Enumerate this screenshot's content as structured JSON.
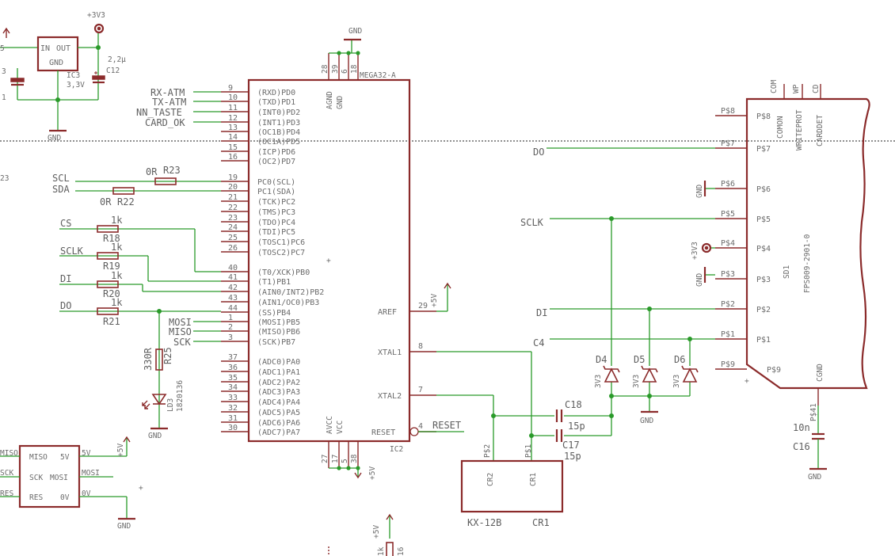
{
  "ic3": {
    "name": "IC3",
    "value": "3,3V",
    "pin_in": "IN",
    "pin_out": "OUT",
    "pin_gnd": "GND",
    "supply": "+3V3",
    "gnd": "GND"
  },
  "c12": {
    "name": "C12",
    "value": "2,2µ"
  },
  "ic2": {
    "name": "IC2",
    "value": "MEGA32-A",
    "left_pins": [
      {
        "n": "9",
        "l": "(RXD)PD0"
      },
      {
        "n": "10",
        "l": "(TXD)PD1"
      },
      {
        "n": "11",
        "l": "(INT0)PD2"
      },
      {
        "n": "12",
        "l": "(INT1)PD3"
      },
      {
        "n": "13",
        "l": "(OC1B)PD4"
      },
      {
        "n": "14",
        "l": "(OC1A)PD5"
      },
      {
        "n": "15",
        "l": "(ICP)PD6"
      },
      {
        "n": "16",
        "l": "(OC2)PD7"
      },
      {
        "n": "19",
        "l": "PC0(SCL)"
      },
      {
        "n": "20",
        "l": "PC1(SDA)"
      },
      {
        "n": "21",
        "l": "(TCK)PC2"
      },
      {
        "n": "22",
        "l": "(TMS)PC3"
      },
      {
        "n": "23",
        "l": "(TDO)PC4"
      },
      {
        "n": "24",
        "l": "(TDI)PC5"
      },
      {
        "n": "25",
        "l": "(TOSC1)PC6"
      },
      {
        "n": "26",
        "l": "(TOSC2)PC7"
      },
      {
        "n": "40",
        "l": "(T0/XCK)PB0"
      },
      {
        "n": "41",
        "l": "(T1)PB1"
      },
      {
        "n": "42",
        "l": "(AIN0/INT2)PB2"
      },
      {
        "n": "43",
        "l": "(AIN1/OC0)PB3"
      },
      {
        "n": "44",
        "l": "(SS)PB4"
      },
      {
        "n": "1",
        "l": "(MOSI)PB5"
      },
      {
        "n": "2",
        "l": "(MISO)PB6"
      },
      {
        "n": "3",
        "l": "(SCK)PB7"
      },
      {
        "n": "37",
        "l": "(ADC0)PA0"
      },
      {
        "n": "36",
        "l": "(ADC1)PA1"
      },
      {
        "n": "35",
        "l": "(ADC2)PA2"
      },
      {
        "n": "34",
        "l": "(ADC3)PA3"
      },
      {
        "n": "33",
        "l": "(ADC4)PA4"
      },
      {
        "n": "32",
        "l": "(ADC5)PA5"
      },
      {
        "n": "31",
        "l": "(ADC6)PA6"
      },
      {
        "n": "30",
        "l": "(ADC7)PA7"
      }
    ],
    "right_pins": [
      {
        "n": "29",
        "l": "AREF"
      },
      {
        "n": "8",
        "l": "XTAL1"
      },
      {
        "n": "7",
        "l": "XTAL2"
      },
      {
        "n": "4",
        "l": "RESET"
      }
    ],
    "top_pins": [
      {
        "n": "28",
        "l": "AGND"
      },
      {
        "n": "39",
        "l": "GND"
      },
      {
        "n": "6",
        "l": ""
      },
      {
        "n": "18",
        "l": ""
      }
    ],
    "bottom_pins": [
      {
        "n": "27",
        "l": "AVCC"
      },
      {
        "n": "17",
        "l": "VCC"
      },
      {
        "n": "5",
        "l": ""
      },
      {
        "n": "38",
        "l": ""
      }
    ]
  },
  "nets": {
    "rx": "RX-ATM",
    "tx": "TX-ATM",
    "nn": "NN_TASTE",
    "card": "CARD_OK",
    "scl": "SCL",
    "sda": "SDA",
    "cs": "CS",
    "sclk": "SCLK",
    "di": "DI",
    "do": "DO",
    "mosi": "MOSI",
    "miso": "MISO",
    "sck": "SCK",
    "reset": "RESET",
    "gnd": "GND",
    "p5v": "+5V",
    "p3v3": "+3V3",
    "c4": "C4"
  },
  "resistors": [
    {
      "name": "R23",
      "value": "0R"
    },
    {
      "name": "R22",
      "value": "0R"
    },
    {
      "name": "R18",
      "value": "1k"
    },
    {
      "name": "R19",
      "value": "1k"
    },
    {
      "name": "R20",
      "value": "1k"
    },
    {
      "name": "R21",
      "value": "1k"
    },
    {
      "name": "R25",
      "value": "330R"
    }
  ],
  "led": {
    "name": "LD3",
    "value": "1820136"
  },
  "diodes": [
    {
      "name": "D4",
      "value": "3V3"
    },
    {
      "name": "D5",
      "value": "3V3"
    },
    {
      "name": "D6",
      "value": "3V3"
    }
  ],
  "caps": [
    {
      "name": "C18",
      "value": "15p"
    },
    {
      "name": "C17",
      "value": "15p"
    },
    {
      "name": "C16",
      "value": "10n"
    }
  ],
  "crystal": {
    "name": "CR1",
    "value": "KX-12B",
    "pin1": "CR1",
    "pin2": "CR2",
    "pad1": "P$1",
    "pad2": "P$2"
  },
  "sd": {
    "name": "SD1",
    "value": "FPS009-2901-0",
    "top_labels": [
      "COM",
      "WP",
      "CD"
    ],
    "inner_top": [
      "COMON",
      "WRITEPROT",
      "CARDDET"
    ],
    "pads": [
      "P$8",
      "P$7",
      "P$6",
      "P$5",
      "P$4",
      "P$3",
      "P$2",
      "P$1",
      "P$9"
    ],
    "cgnd": "CGND",
    "pad41": "P$41"
  },
  "isp": {
    "pins": [
      "MISO",
      "5V",
      "SCK",
      "MOSI",
      "RES",
      "0V"
    ],
    "wires": [
      "MISO",
      "SCK",
      "RES",
      "5V",
      "MOSI",
      "0V"
    ]
  },
  "fragments": {
    "c_left": "3",
    "c_left2": "1",
    "r_left": "23",
    "r_bottom": "1k",
    "r_bottom2": "16"
  }
}
